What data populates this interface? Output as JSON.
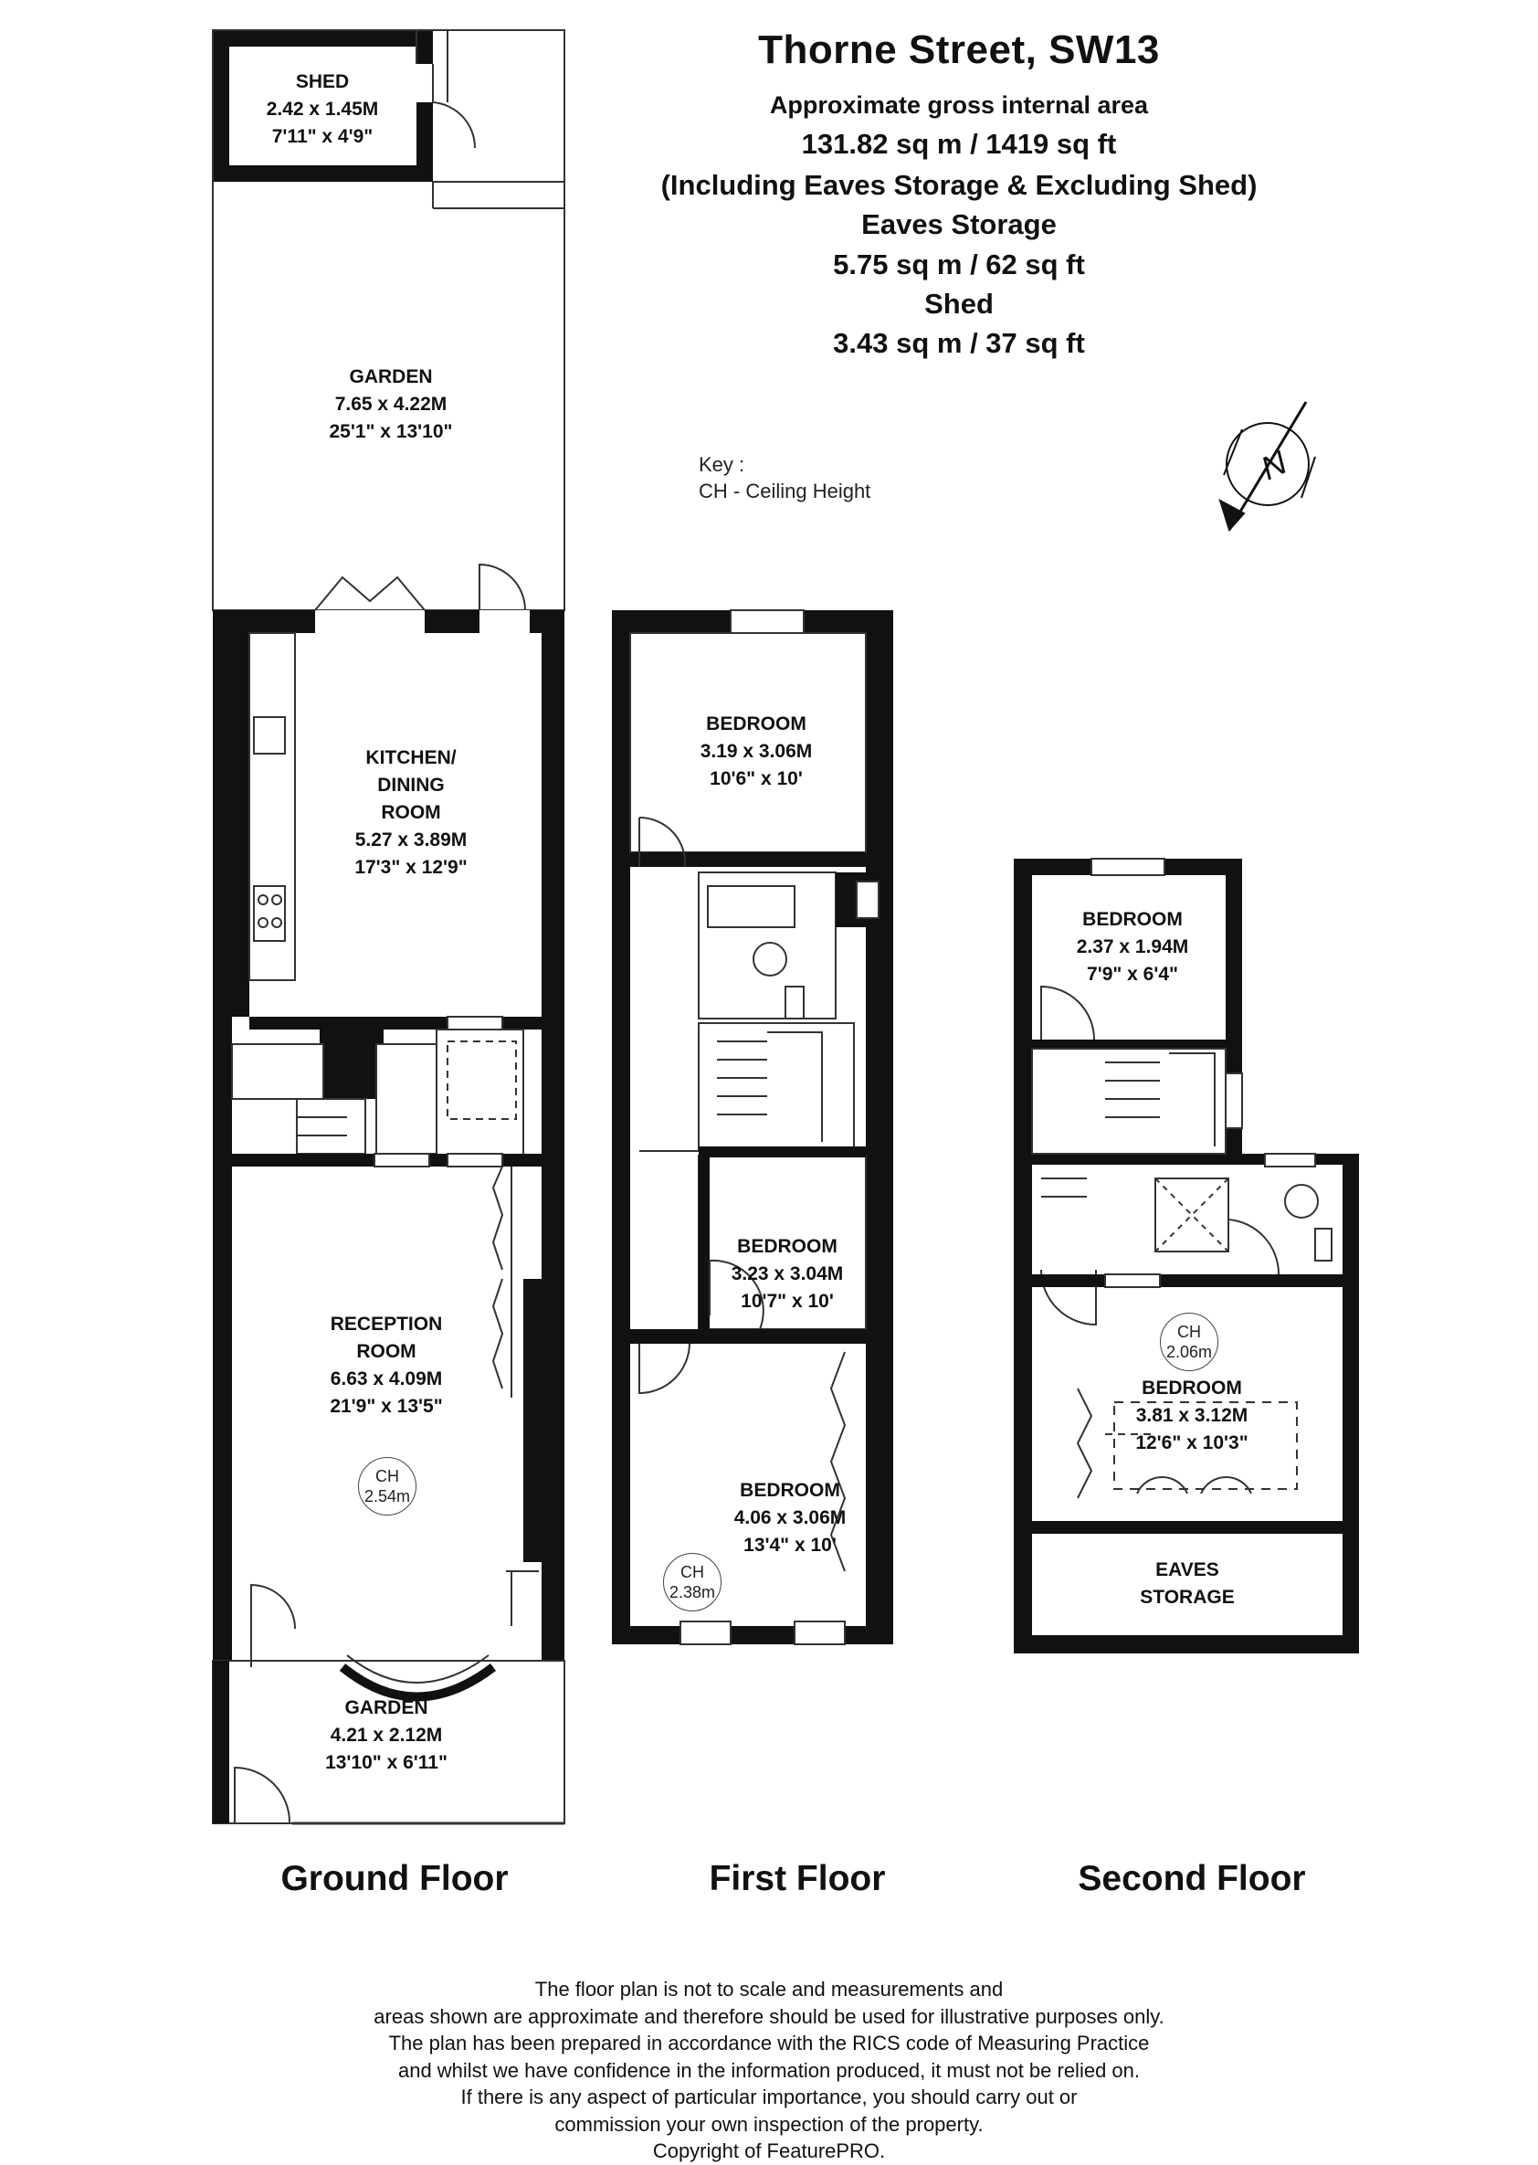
{
  "header": {
    "title": "Thorne Street, SW13",
    "area_label": "Approximate gross internal area",
    "total_area": "131.82 sq m /  1419 sq ft",
    "inclusion_note": "(Including Eaves Storage & Excluding Shed)",
    "eaves_label": "Eaves Storage",
    "eaves_area": "5.75 sq m /  62 sq ft",
    "shed_label": "Shed",
    "shed_area": "3.43 sq m /  37 sq ft"
  },
  "key": {
    "title": "Key :",
    "ch": "CH - Ceiling Height"
  },
  "compass": {
    "letter": "N"
  },
  "ground_floor": {
    "label": "Ground Floor",
    "shed": {
      "name": "SHED",
      "metric": "2.42 x 1.45M",
      "imperial": "7'11\" x 4'9\""
    },
    "rear_garden": {
      "name": "GARDEN",
      "metric": "7.65 x 4.22M",
      "imperial": "25'1\" x 13'10\""
    },
    "kitchen": {
      "name1": "KITCHEN/",
      "name2": "DINING",
      "name3": "ROOM",
      "metric": "5.27 x 3.89M",
      "imperial": "17'3\" x 12'9\""
    },
    "reception": {
      "name1": "RECEPTION",
      "name2": "ROOM",
      "metric": "6.63 x 4.09M",
      "imperial": "21'9\" x 13'5\"",
      "ch_label": "CH",
      "ch_value": "2.54m"
    },
    "front_garden": {
      "name": "GARDEN",
      "metric": "4.21 x 2.12M",
      "imperial": "13'10\" x 6'11\""
    }
  },
  "first_floor": {
    "label": "First Floor",
    "bedroom_rear": {
      "name": "BEDROOM",
      "metric": "3.19 x 3.06M",
      "imperial": "10'6\" x 10'"
    },
    "bedroom_middle": {
      "name": "BEDROOM",
      "metric": "3.23 x 3.04M",
      "imperial": "10'7\" x 10'"
    },
    "bedroom_front": {
      "name": "BEDROOM",
      "metric": "4.06 x 3.06M",
      "imperial": "13'4\" x 10'",
      "ch_label": "CH",
      "ch_value": "2.38m"
    }
  },
  "second_floor": {
    "label": "Second Floor",
    "bedroom_small": {
      "name": "BEDROOM",
      "metric": "2.37 x 1.94M",
      "imperial": "7'9\" x 6'4\""
    },
    "bedroom_main": {
      "name": "BEDROOM",
      "metric": "3.81 x 3.12M",
      "imperial": "12'6\" x 10'3\"",
      "ch_label": "CH",
      "ch_value": "2.06m"
    },
    "eaves": {
      "name1": "EAVES",
      "name2": "STORAGE"
    }
  },
  "footer": {
    "line1": "The floor plan is not to scale and measurements and",
    "line2": "areas shown are approximate and therefore should be used for illustrative purposes only.",
    "line3": "The plan has been prepared in accordance with the RICS code of Measuring Practice",
    "line4": "and whilst we have confidence in the information produced, it must not be relied on.",
    "line5": "If there is any aspect of particular importance, you should carry out or",
    "line6": "commission your own inspection of the property.",
    "line7": "Copyright of FeaturePRO."
  },
  "colors": {
    "wall": "#111111",
    "line": "#333333",
    "background": "#ffffff"
  }
}
